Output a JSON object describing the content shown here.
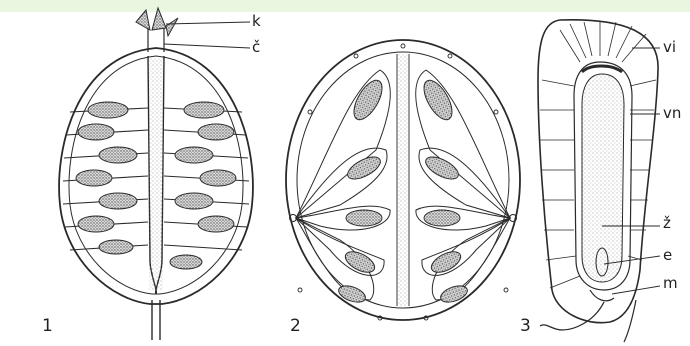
{
  "figure": {
    "panels": [
      {
        "number": "1",
        "labels": [
          "k",
          "č"
        ]
      },
      {
        "number": "2",
        "labels": []
      },
      {
        "number": "3",
        "labels": [
          "vi",
          "vn",
          "ž",
          "e",
          "m"
        ]
      }
    ]
  },
  "colors": {
    "ink": "#2a2a2a",
    "stipple": "#9a9a9a",
    "top_strip": "#eaf7e0"
  }
}
